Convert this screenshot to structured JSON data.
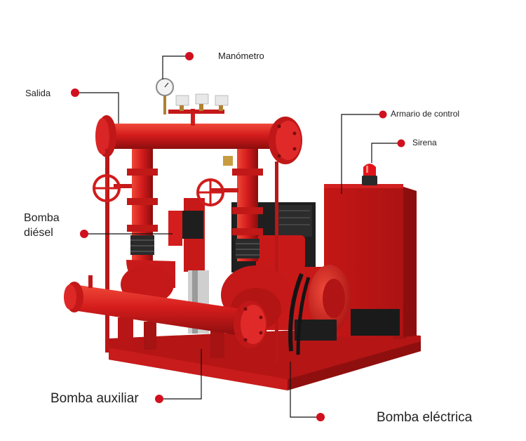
{
  "labels": {
    "manometro": "Manómetro",
    "salida": "Salida",
    "armario": "Armario de control",
    "sirena": "Sirena",
    "bomba_diesel_l1": "Bomba",
    "bomba_diesel_l2": "diésel",
    "bomba_auxiliar": "Bomba auxiliar",
    "bomba_electrica": "Bomba eléctrica"
  },
  "colors": {
    "equipment_red": "#d51c1c",
    "equipment_dark_red": "#9e1010",
    "marker_red": "#d0101f",
    "leader_line": "#111111",
    "motor_black": "#1d1d1d"
  }
}
